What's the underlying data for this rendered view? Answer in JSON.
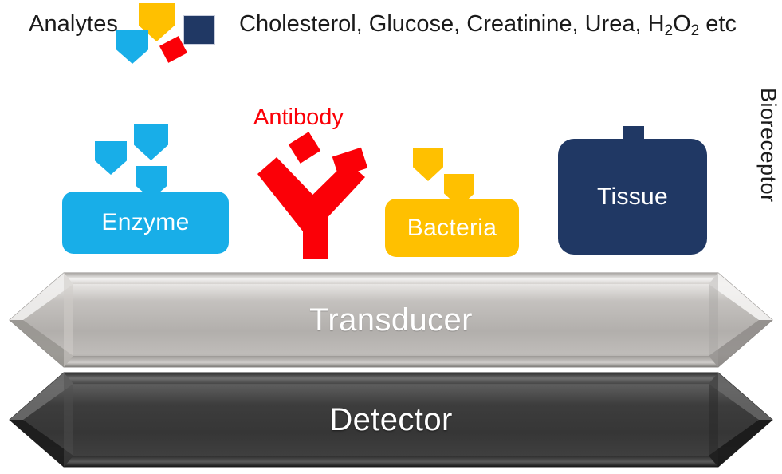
{
  "diagram": {
    "title": "Biosensor schematic",
    "background": "#ffffff"
  },
  "analytes": {
    "label": "Analytes",
    "examples_text": "Cholesterol, Glucose, Creatinine, Urea, H",
    "examples_sub1": "2",
    "examples_mid": "O",
    "examples_sub2": "2",
    "examples_tail": " etc",
    "markers": [
      {
        "name": "analyte-pentagon-amber",
        "shape": "pentagon",
        "color": "#FFC000"
      },
      {
        "name": "analyte-pentagon-cyan",
        "shape": "pentagon",
        "color": "#18AEE8"
      },
      {
        "name": "analyte-diamond-red",
        "shape": "diamond",
        "color": "#FB0007"
      },
      {
        "name": "analyte-square-navy",
        "shape": "square",
        "color": "#203864"
      }
    ]
  },
  "bioreceptor": {
    "label": "Bioreceptor"
  },
  "receptors": [
    {
      "name": "enzyme",
      "label": "Enzyme",
      "color": "#18AEE8",
      "text_color": "#ffffff",
      "marker_shape": "pentagon",
      "free_markers": 2,
      "bound_markers": 1
    },
    {
      "name": "antibody",
      "label": "Antibody",
      "color": "#FB0007",
      "text_color": "#FB0007",
      "marker_shape": "diamond",
      "free_markers": 1,
      "bound_markers": 1
    },
    {
      "name": "bacteria",
      "label": "Bacteria",
      "color": "#FFC000",
      "text_color": "#ffffff",
      "marker_shape": "pentagon",
      "free_markers": 1,
      "bound_markers": 1
    },
    {
      "name": "tissue",
      "label": "Tissue",
      "color": "#203864",
      "text_color": "#ffffff",
      "marker_shape": "square",
      "free_markers": 0,
      "bound_markers": 1
    }
  ],
  "banners": [
    {
      "name": "transducer",
      "label": "Transducer",
      "style": "metallic-silver",
      "face_color": "#b4b1ae",
      "text_color": "#ffffff"
    },
    {
      "name": "detector",
      "label": "Detector",
      "style": "metallic-dark",
      "face_color": "#3a3a3a",
      "text_color": "#ffffff"
    }
  ],
  "colors": {
    "cyan": "#18AEE8",
    "amber": "#FFC000",
    "red": "#FB0007",
    "navy": "#203864",
    "silver": "#b4b1ae",
    "charcoal": "#3a3a3a",
    "text_dark": "#1a1a1a",
    "white": "#ffffff"
  }
}
